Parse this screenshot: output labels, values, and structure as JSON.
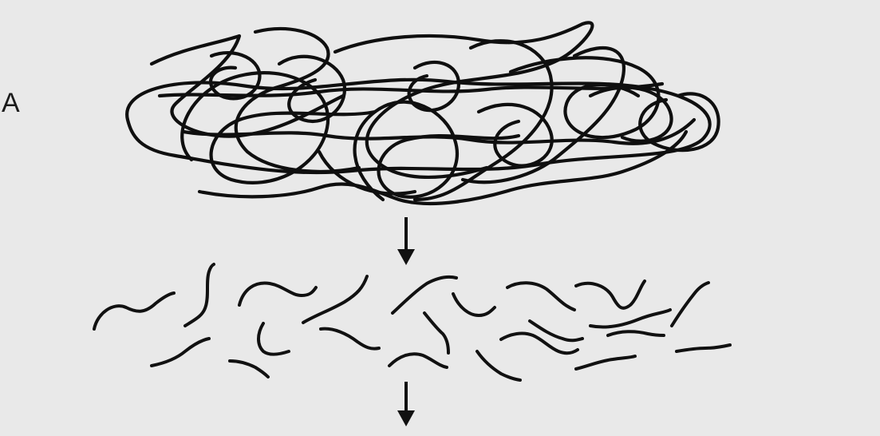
{
  "panel_label": "A",
  "stages": [
    "tangled-mass",
    "fragments"
  ],
  "colors": {
    "background": "#e9e9e9",
    "ink": "#111111"
  }
}
